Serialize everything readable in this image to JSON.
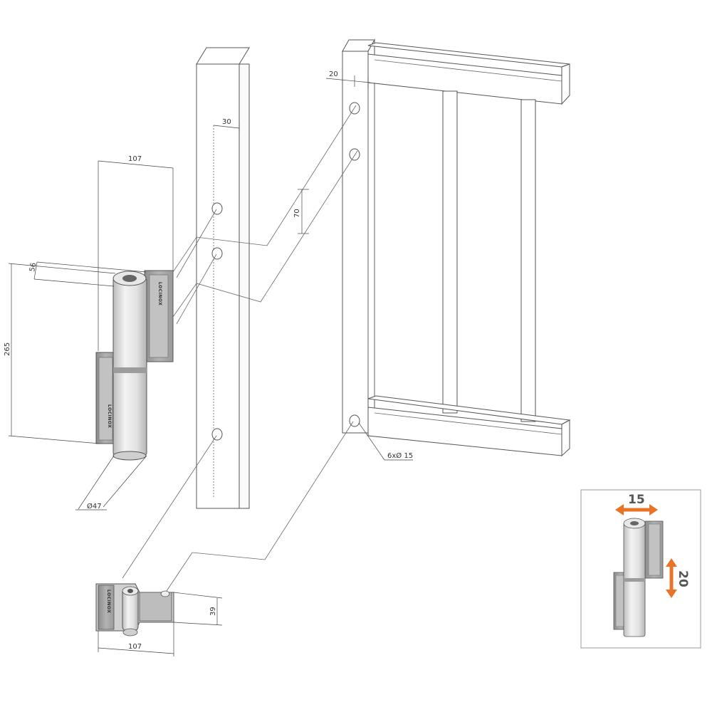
{
  "dimensions": {
    "hinge_width": "107",
    "bore_offset": "30",
    "hole_spacing": "70",
    "hinge_height": "265",
    "hinge_depth": "56",
    "barrel_diameter": "Ø47",
    "gate_offset": "20",
    "holes_note": "6xØ 15",
    "bottom_height": "39",
    "bottom_width": "107"
  },
  "brand": "LOCINOX",
  "inset": {
    "horizontal_adjust": "15",
    "vertical_adjust": "20",
    "arrow_color": "#e8742a"
  },
  "colors": {
    "line": "#555555",
    "barrel": "#e6e6e6",
    "plate": "#a9a9a9"
  }
}
